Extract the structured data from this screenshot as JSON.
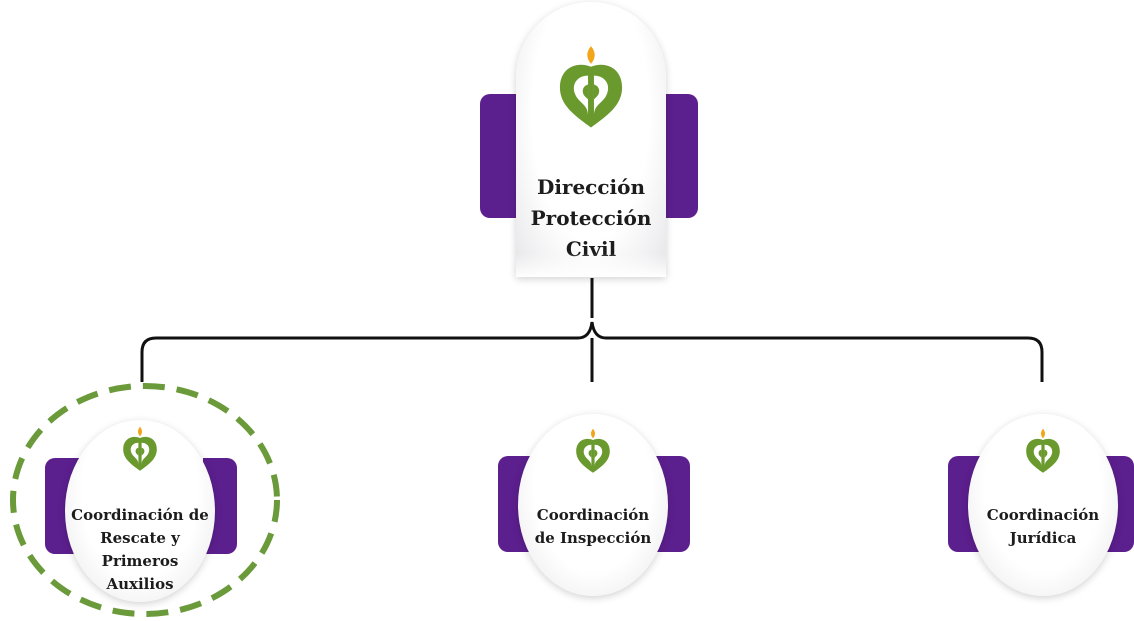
{
  "org_chart": {
    "root": {
      "label": "Dirección\nProtección\nCivil",
      "logo": "leaf-heart-logo"
    },
    "children": [
      {
        "label": "Coordinación de\nRescate y\nPrimeros\nAuxilios",
        "logo": "leaf-heart-logo",
        "highlighted": true
      },
      {
        "label": "Coordinación\nde Inspección",
        "logo": "leaf-heart-logo",
        "highlighted": false
      },
      {
        "label": "Coordinación\nJurídica",
        "logo": "leaf-heart-logo",
        "highlighted": false
      }
    ]
  },
  "colors": {
    "logo_green": "#6a9a2e",
    "logo_orange": "#f2a51a",
    "bracket_purple": "#5c1f8e",
    "highlight_dash": "#6a9a3a",
    "connector": "#111111",
    "text": "#1c1c1c"
  }
}
